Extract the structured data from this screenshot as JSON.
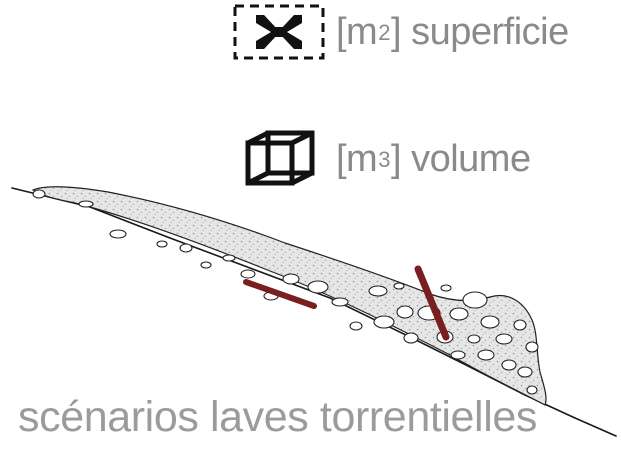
{
  "legend": {
    "area": {
      "prefix": "[m",
      "superscript": "2",
      "suffix": "] superficie",
      "icon": "area-expand-icon"
    },
    "volume": {
      "prefix": "[m",
      "superscript": "3",
      "suffix": "] volume",
      "icon": "volume-cube-icon"
    }
  },
  "caption": "scénarios laves torrentielles",
  "colors": {
    "legend_text": "#8a8a8a",
    "caption_text": "#9b9b9b",
    "outline": "#111111",
    "debris_fill": "#dedede",
    "wood": "#7a1f1f",
    "ground": "#1a1a1a"
  }
}
